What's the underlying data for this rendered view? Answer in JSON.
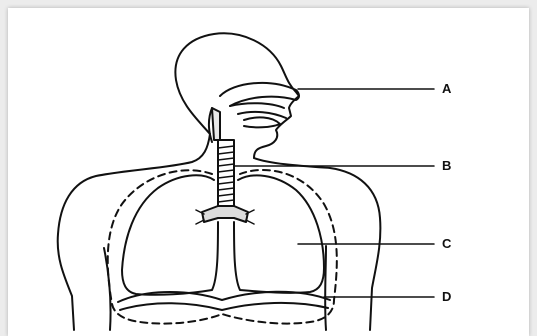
{
  "diagram": {
    "labels": [
      {
        "id": "A",
        "text": "A"
      },
      {
        "id": "B",
        "text": "B"
      },
      {
        "id": "C",
        "text": "C"
      },
      {
        "id": "D",
        "text": "D"
      }
    ]
  },
  "colors": {
    "ink": "#111111",
    "background": "#ffffff",
    "page": "#ececec"
  }
}
